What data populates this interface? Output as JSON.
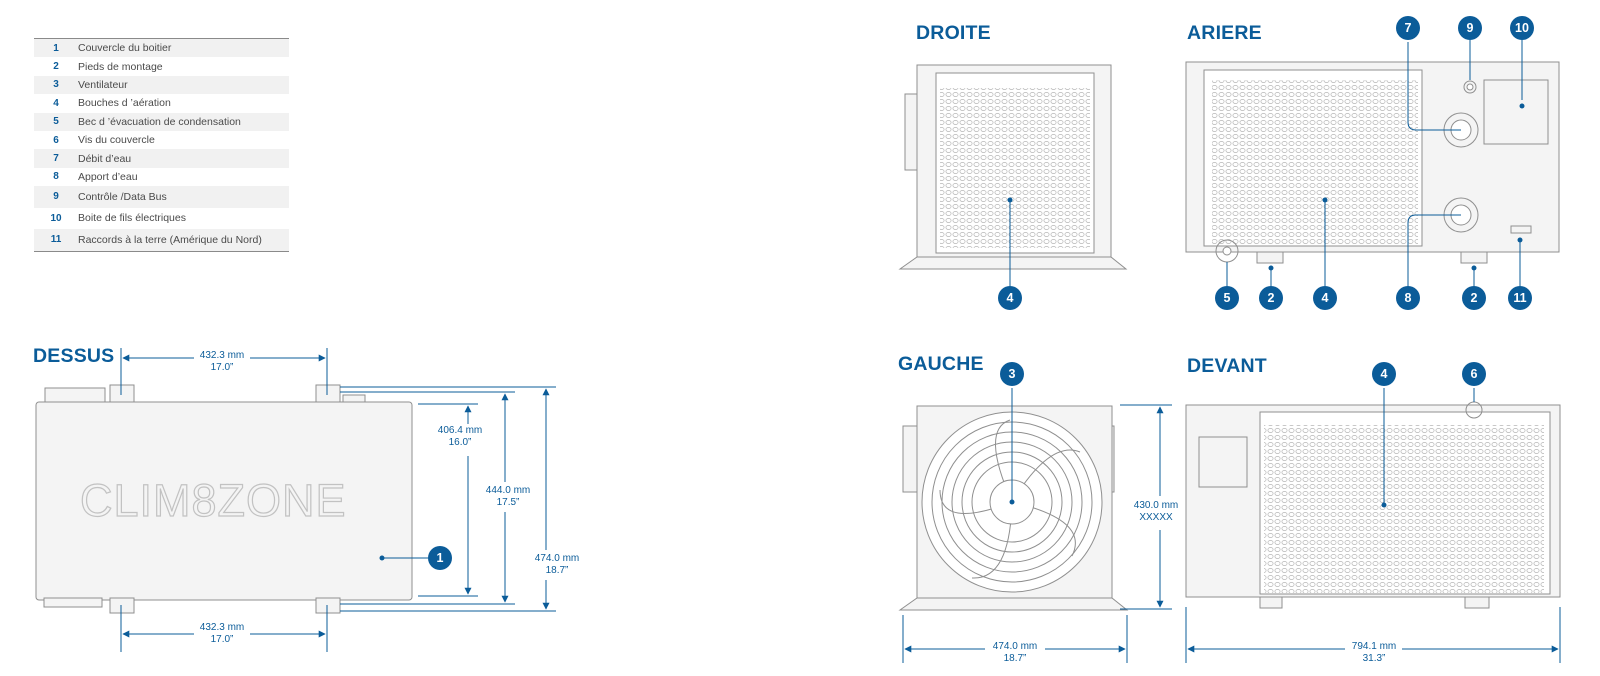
{
  "legend": [
    {
      "num": "1",
      "label": "Couvercle du boitier"
    },
    {
      "num": "2",
      "label": "Pieds de montage"
    },
    {
      "num": "3",
      "label": "Ventilateur"
    },
    {
      "num": "4",
      "label": "Bouches d ’aération"
    },
    {
      "num": "5",
      "label": "Bec d ’évacuation de condensation"
    },
    {
      "num": "6",
      "label": "Vis du couvercle"
    },
    {
      "num": "7",
      "label": "Débit d’eau"
    },
    {
      "num": "8",
      "label": "Apport d’eau"
    },
    {
      "num": "9",
      "label": "Contrôle /Data Bus"
    },
    {
      "num": "10",
      "label": "Boite de fils électriques"
    },
    {
      "num": "11",
      "label": "Raccords à la terre (Amérique du Nord)"
    }
  ],
  "views": {
    "top": "DESSUS",
    "right": "DROITE",
    "rear": "ARIERE",
    "left": "GAUCHE",
    "front": "DEVANT"
  },
  "logo_text": "CLIM8ZONE",
  "dims": {
    "top_width_top": {
      "mm": "432.3 mm",
      "in": "17.0”"
    },
    "top_width_bottom": {
      "mm": "432.3 mm",
      "in": "17.0”"
    },
    "top_inner_depth": {
      "mm": "406.4 mm",
      "in": "16.0”"
    },
    "top_mid_depth": {
      "mm": "444.0 mm",
      "in": "17.5”"
    },
    "top_total_depth": {
      "mm": "474.0 mm",
      "in": "18.7”"
    },
    "left_height": {
      "mm": "430.0 mm",
      "in": "XXXXX"
    },
    "left_width": {
      "mm": "474.0 mm",
      "in": "18.7”"
    },
    "front_width": {
      "mm": "794.1 mm",
      "in": "31.3”"
    }
  },
  "colors": {
    "accent": "#0b5c99",
    "outline": "#9a9a9a",
    "legend_stripe": "#f1f1f1"
  }
}
